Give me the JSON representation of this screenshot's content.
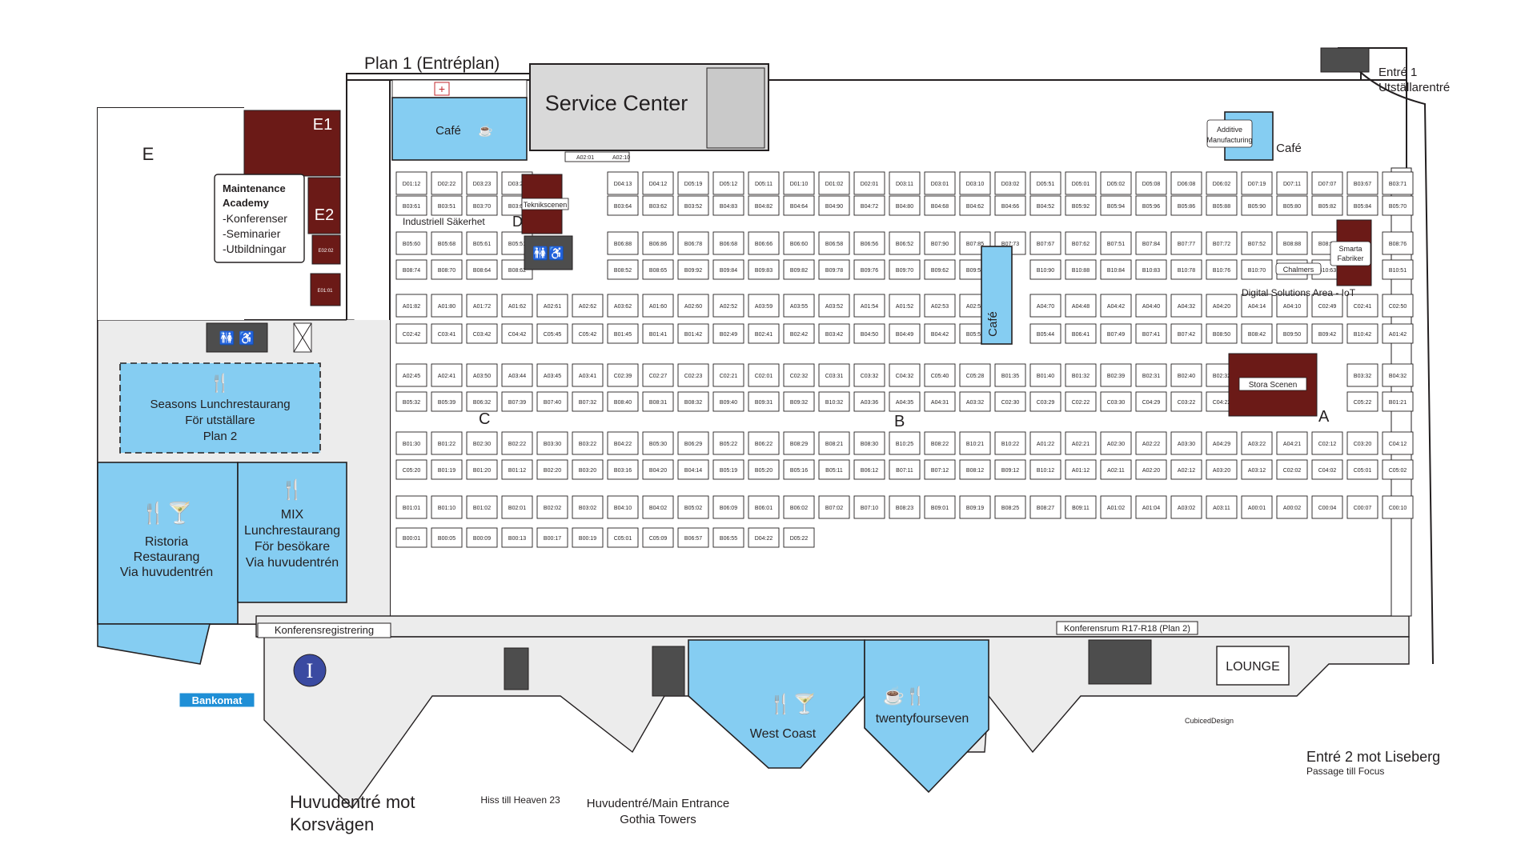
{
  "plan": {
    "title": "Plan 1 (Entréplan)",
    "halls": {
      "a": "A",
      "b": "B",
      "c": "C",
      "d": "D",
      "e": "E",
      "e1": "E1",
      "e2": "E2"
    }
  },
  "venues": {
    "service_center": "Service Center",
    "cafe_top": "Café",
    "cafe_mid": "Café",
    "cafe_right": "Café",
    "teknikscenen": "Teknikscenen",
    "industriell": "Industriell Säkerhet",
    "stora_scenen": "Stora Scenen",
    "chalmers": "Chalmers",
    "digital": "Digital Solutions Area - IoT",
    "smarta": [
      "Smarta",
      "Fabriker"
    ],
    "additive": [
      "Additive",
      "Manufacturing"
    ],
    "lounge": "LOUNGE",
    "konferensreg": "Konferensregistrering",
    "konferensrum": "Konferensrum R17-R18 (Plan 2)",
    "west_coast": "West Coast",
    "twentyfourseven": "twentyfourseven",
    "bankomat": "Bankomat",
    "info": "I",
    "cubiced": "CubicedDesign"
  },
  "maintenance": {
    "title_1": "Maintenance",
    "title_2": "Academy",
    "items": [
      "-Konferenser",
      "-Seminarier",
      "-Utbildningar"
    ]
  },
  "restaurants": {
    "seasons": [
      "Seasons Lunchrestaurang",
      "För utställare",
      "Plan 2"
    ],
    "ristoria": [
      "Ristoria",
      "Restaurang",
      "Via huvudentrén"
    ],
    "mix": [
      "MIX",
      "Lunchrestaurang",
      "För besökare",
      "Via huvudentrén"
    ]
  },
  "entrances": {
    "entre1": [
      "Entré 1",
      "Utställarentré"
    ],
    "entre2": "Entré 2 mot Liseberg",
    "entre2_sub": "Passage till Focus",
    "main": [
      "Huvudentré mot",
      "Korsvägen"
    ],
    "gothia": [
      "Huvudentré/Main Entrance",
      "Gothia Towers"
    ],
    "hiss": "Hiss till Heaven 23"
  },
  "booths": [
    "E02:02",
    "E01:01",
    "D01:12",
    "D02:22",
    "D03:23",
    "D03:22",
    "D04:13",
    "D04:12",
    "D05:19",
    "D05:12",
    "D05:11",
    "D01:10",
    "D01:02",
    "D02:01",
    "D03:11",
    "D03:01",
    "D03:10",
    "D03:02",
    "D05:51",
    "D05:01",
    "D05:02",
    "D05:08",
    "D06:08",
    "D06:02",
    "D07:19",
    "D07:11",
    "D07:07",
    "B03:67",
    "B03:71",
    "B03:61",
    "B03:51",
    "B03:70",
    "B03:66",
    "B03:64",
    "B03:62",
    "B03:52",
    "B04:83",
    "B04:82",
    "B04:64",
    "B04:90",
    "B04:72",
    "B04:80",
    "B04:68",
    "B04:62",
    "B04:66",
    "B04:52",
    "B05:92",
    "B05:94",
    "B05:96",
    "B05:86",
    "B05:88",
    "B05:90",
    "B05:80",
    "B05:82",
    "B05:84",
    "B05:70",
    "B05:60",
    "B05:68",
    "B05:61",
    "B05:51",
    "B06:88",
    "B06:86",
    "B06:78",
    "B06:68",
    "B06:66",
    "B06:60",
    "B06:58",
    "B06:56",
    "B06:52",
    "B07:90",
    "B07:85",
    "B07:73",
    "B07:67",
    "B07:62",
    "B07:51",
    "B07:84",
    "B07:77",
    "B07:72",
    "B07:52",
    "B08:88",
    "B08:82",
    "B08:76",
    "B08:74",
    "B08:70",
    "B08:64",
    "B08:62",
    "B08:52",
    "B08:65",
    "B09:92",
    "B09:84",
    "B09:83",
    "B09:82",
    "B09:78",
    "B09:76",
    "B09:70",
    "B09:62",
    "B09:52",
    "B10:90",
    "B10:88",
    "B10:84",
    "B10:83",
    "B10:78",
    "B10:76",
    "B10:70",
    "B10:66",
    "B10:63",
    "B10:51",
    "A01:82",
    "A01:80",
    "A01:72",
    "A01:62",
    "A02:61",
    "A02:62",
    "A03:62",
    "A01:60",
    "A02:60",
    "A02:52",
    "A03:59",
    "A03:55",
    "A03:52",
    "A01:54",
    "A01:52",
    "A02:53",
    "A02:51",
    "A04:70",
    "A04:48",
    "A04:42",
    "A04:40",
    "A04:32",
    "A04:20",
    "A04:14",
    "A04:10",
    "C02:49",
    "C02:41",
    "C02:50",
    "C02:42",
    "C03:41",
    "C03:42",
    "C04:42",
    "C05:45",
    "C05:42",
    "B01:45",
    "B01:41",
    "B01:42",
    "B02:49",
    "B02:41",
    "B02:42",
    "B03:42",
    "B04:50",
    "B04:49",
    "B04:42",
    "B05:50",
    "B05:44",
    "B06:41",
    "B07:49",
    "B07:41",
    "B07:42",
    "B08:50",
    "B08:42",
    "B09:50",
    "B09:42",
    "B10:42",
    "A01:42",
    "A02:45",
    "A02:41",
    "A03:50",
    "A03:44",
    "A03:45",
    "A03:41",
    "C02:39",
    "C02:27",
    "C02:23",
    "C02:21",
    "C02:01",
    "C02:32",
    "C03:31",
    "C03:32",
    "C04:32",
    "C05:40",
    "C05:28",
    "B01:35",
    "B01:40",
    "B01:32",
    "B02:39",
    "B02:31",
    "B02:40",
    "B02:32",
    "B03:32",
    "B04:32",
    "B05:32",
    "B05:39",
    "B06:32",
    "B07:39",
    "B07:40",
    "B07:32",
    "B08:40",
    "B08:31",
    "B08:32",
    "B09:40",
    "B09:31",
    "B09:32",
    "B10:32",
    "A03:36",
    "A04:35",
    "A04:31",
    "A03:32",
    "C02:30",
    "C03:29",
    "C02:22",
    "C03:30",
    "C04:29",
    "C03:22",
    "C04:22",
    "C05:22",
    "B01:21",
    "B01:30",
    "B01:22",
    "B02:30",
    "B02:22",
    "B03:30",
    "B03:22",
    "B04:22",
    "B05:30",
    "B06:29",
    "B05:22",
    "B06:22",
    "B08:29",
    "B08:21",
    "B08:30",
    "B10:25",
    "B08:22",
    "B10:21",
    "B10:22",
    "A01:22",
    "A02:21",
    "A02:30",
    "A02:22",
    "A03:30",
    "A04:29",
    "A03:22",
    "A04:21",
    "C02:12",
    "C03:20",
    "C04:12",
    "C05:20",
    "B01:19",
    "B01:20",
    "B01:12",
    "B02:20",
    "B03:20",
    "B03:16",
    "B04:20",
    "B04:14",
    "B05:19",
    "B05:20",
    "B05:16",
    "B05:11",
    "B06:12",
    "B07:11",
    "B07:12",
    "B08:12",
    "B09:12",
    "B10:12",
    "A01:12",
    "A02:11",
    "A02:20",
    "A02:12",
    "A03:20",
    "A03:12",
    "C02:02",
    "C04:02",
    "C05:01",
    "C05:02",
    "B01:01",
    "B01:10",
    "B01:02",
    "B02:01",
    "B02:02",
    "B03:02",
    "B04:10",
    "B04:02",
    "B05:02",
    "B06:09",
    "B06:01",
    "B06:02",
    "B07:02",
    "B07:10",
    "B08:23",
    "B09:01",
    "B09:19",
    "B08:25",
    "B08:27",
    "B09:11",
    "A01:02",
    "A01:04",
    "A02:01",
    "A02:10",
    "A03:02",
    "A03:11",
    "A00:01",
    "A00:02",
    "C00:04",
    "C00:07",
    "C00:10",
    "B00:01",
    "B00:05",
    "B00:09",
    "B00:13",
    "B00:17",
    "B00:19",
    "C05:01",
    "C05:09",
    "B06:57",
    "B06:55",
    "D04:22",
    "D05:22"
  ]
}
